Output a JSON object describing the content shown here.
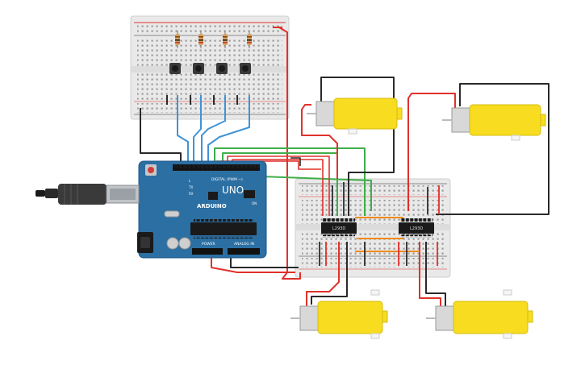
{
  "arduino": {
    "logo": "ARDUINO",
    "model": "UNO",
    "digital_label": "DIGITAL (PWM ~)",
    "power_label": "POWER",
    "analog_label": "ANALOG IN",
    "tx_label": "TX",
    "rx_label": "RX",
    "l_label": "L",
    "on_label": "ON"
  },
  "driver_chips": [
    {
      "label": "L293D"
    },
    {
      "label": "L293D"
    }
  ],
  "colors": {
    "arduino_board": "#2b6fa3",
    "breadboard": "#e9e9e9",
    "motor_yellow": "#f7dc1f",
    "wire_red": "#e0312b",
    "wire_black": "#2a2a2a",
    "wire_green": "#3fae49",
    "wire_blue": "#3f93d6",
    "wire_orange": "#f08a1c"
  },
  "components": {
    "pushbuttons": 4,
    "resistors": 4,
    "dc_motors": 4,
    "breadboards": 2
  },
  "icons": [
    "usb-cable-icon",
    "power-jack-icon",
    "reset-button-icon"
  ]
}
